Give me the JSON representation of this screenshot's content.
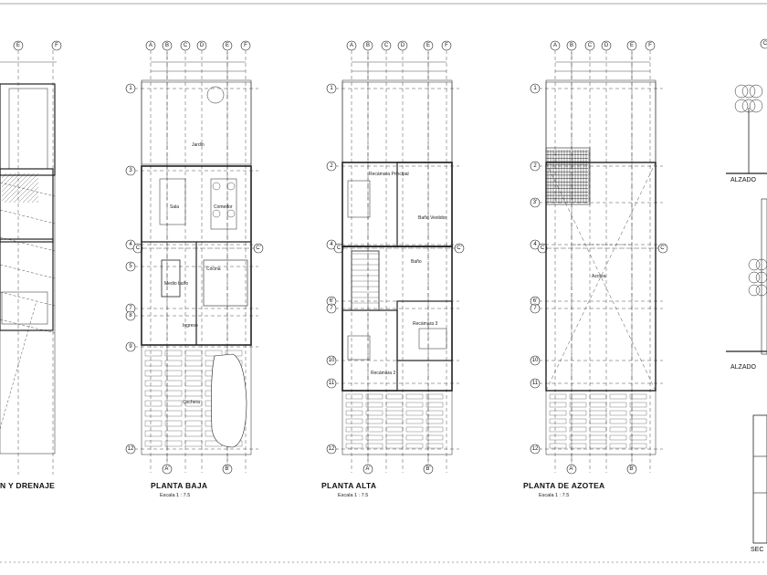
{
  "sheet": {
    "plans": [
      {
        "id": "drenaje",
        "title": "N Y DRENAJE",
        "scale": "",
        "room_labels": []
      },
      {
        "id": "baja",
        "title": "PLANTA BAJA",
        "scale": "Escala 1 : 7.5",
        "room_labels": [
          "Jardin",
          "Sala",
          "Comedor",
          "Cocina",
          "Medio baño",
          "Ingreso",
          "Cochera"
        ]
      },
      {
        "id": "alta",
        "title": "PLANTA ALTA",
        "scale": "Escala 1 : 7.5",
        "room_labels": [
          "Recámara Principal",
          "Baño Vestidor",
          "Baño",
          "Recámara 3",
          "Recámara 2"
        ]
      },
      {
        "id": "azotea",
        "title": "PLANTA DE AZOTEA",
        "scale": "Escala 1 : 7.5",
        "room_labels": [
          "Azotea"
        ]
      }
    ],
    "column_axes": [
      "A",
      "B",
      "C",
      "D",
      "E",
      "F"
    ],
    "row_axes": [
      "1",
      "2",
      "3",
      "3'",
      "4",
      "5",
      "6",
      "6'",
      "7",
      "8",
      "9",
      "10",
      "11",
      "12"
    ],
    "axis_marks": [
      "A'",
      "B'",
      "C",
      "C'"
    ],
    "elevations": [
      "ALZADO",
      "ALZADO"
    ],
    "section_label": "SEC"
  }
}
